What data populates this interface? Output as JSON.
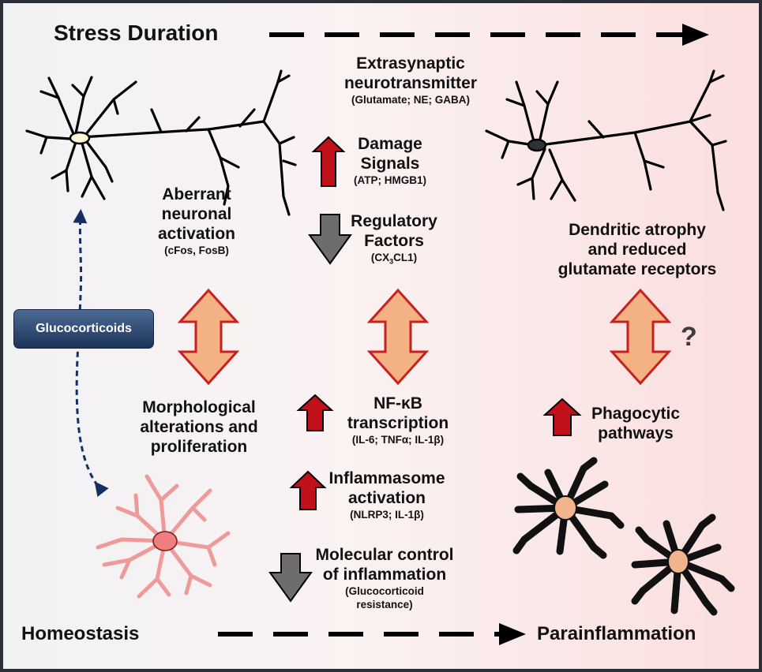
{
  "header": {
    "title": "Stress Duration"
  },
  "footer": {
    "left": "Homeostasis",
    "right": "Parainflammation"
  },
  "glucocorticoids": "Glucocorticoids",
  "question_mark": "?",
  "center": {
    "extrasynaptic": {
      "line1": "Extrasynaptic",
      "line2": "neurotransmitter",
      "detail": "(Glutamate; NE; GABA)"
    },
    "damage": {
      "line1": "Damage",
      "line2": "Signals",
      "detail": "(ATP; HMGB1)",
      "direction": "up"
    },
    "regulatory": {
      "line1": "Regulatory",
      "line2": "Factors",
      "detail_prefix": "(CX",
      "detail_sub": "3",
      "detail_suffix": "CL1)",
      "direction": "down"
    },
    "nfkb": {
      "line1": "NF-κB",
      "line2": "transcription",
      "detail": "(IL-6; TNFα; IL-1β)",
      "direction": "up"
    },
    "inflammasome": {
      "line1": "Inflammasome",
      "line2": "activation",
      "detail": "(NLRP3; IL-1β)",
      "direction": "up"
    },
    "molecular": {
      "line1": "Molecular control",
      "line2": "of inflammation",
      "detail1": "(Glucocorticoid",
      "detail2": "resistance)",
      "direction": "down"
    }
  },
  "left": {
    "aberrant": {
      "line1": "Aberrant",
      "line2": "neuronal",
      "line3": "activation",
      "detail": "(cFos, FosB)"
    },
    "morph": {
      "line1": "Morphological",
      "line2": "alterations and",
      "line3": "proliferation"
    }
  },
  "right": {
    "dendritic": {
      "line1": "Dendritic atrophy",
      "line2": "and reduced",
      "line3": "glutamate receptors"
    },
    "phagocytic": {
      "line1": "Phagocytic",
      "line2": "pathways",
      "direction": "up"
    }
  },
  "colors": {
    "up_arrow": "#c0101a",
    "down_arrow": "#6d6d6d",
    "double_arrow_fill": "#f4b183",
    "double_arrow_stroke": "#c8201e",
    "dashed_arrow": "#162f63",
    "microglia_ramified": "#ef9a9a",
    "microglia_amoeboid": "#111111",
    "soma_neuron_left": "#fdf6d8",
    "soma_neuron_right": "#2e3235"
  }
}
